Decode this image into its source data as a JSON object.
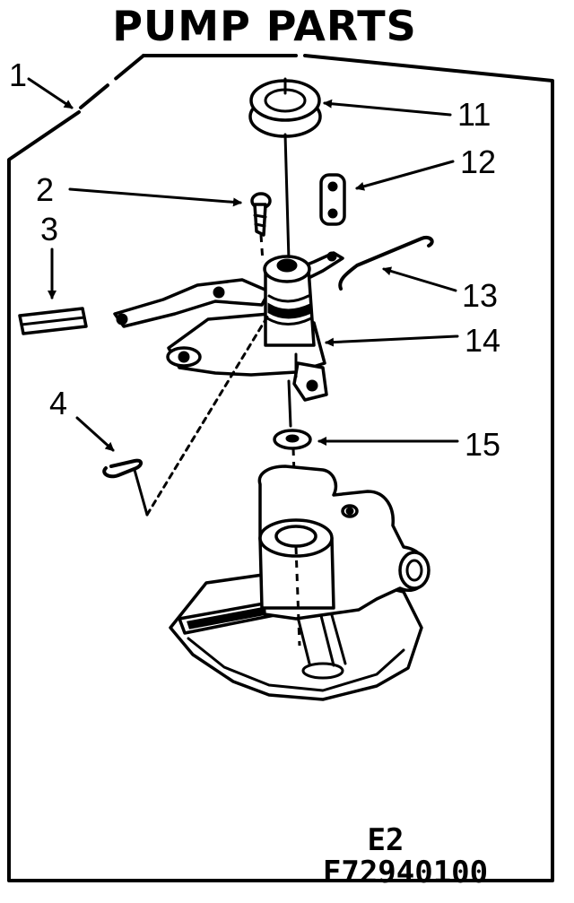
{
  "title": "PUMP PARTS",
  "callouts": {
    "c1": "1",
    "c2": "2",
    "c3": "3",
    "c4": "4",
    "c11": "11",
    "c12": "12",
    "c13": "13",
    "c14": "14",
    "c15": "15"
  },
  "section_code": "E2",
  "drawing_number": "F72940100"
}
